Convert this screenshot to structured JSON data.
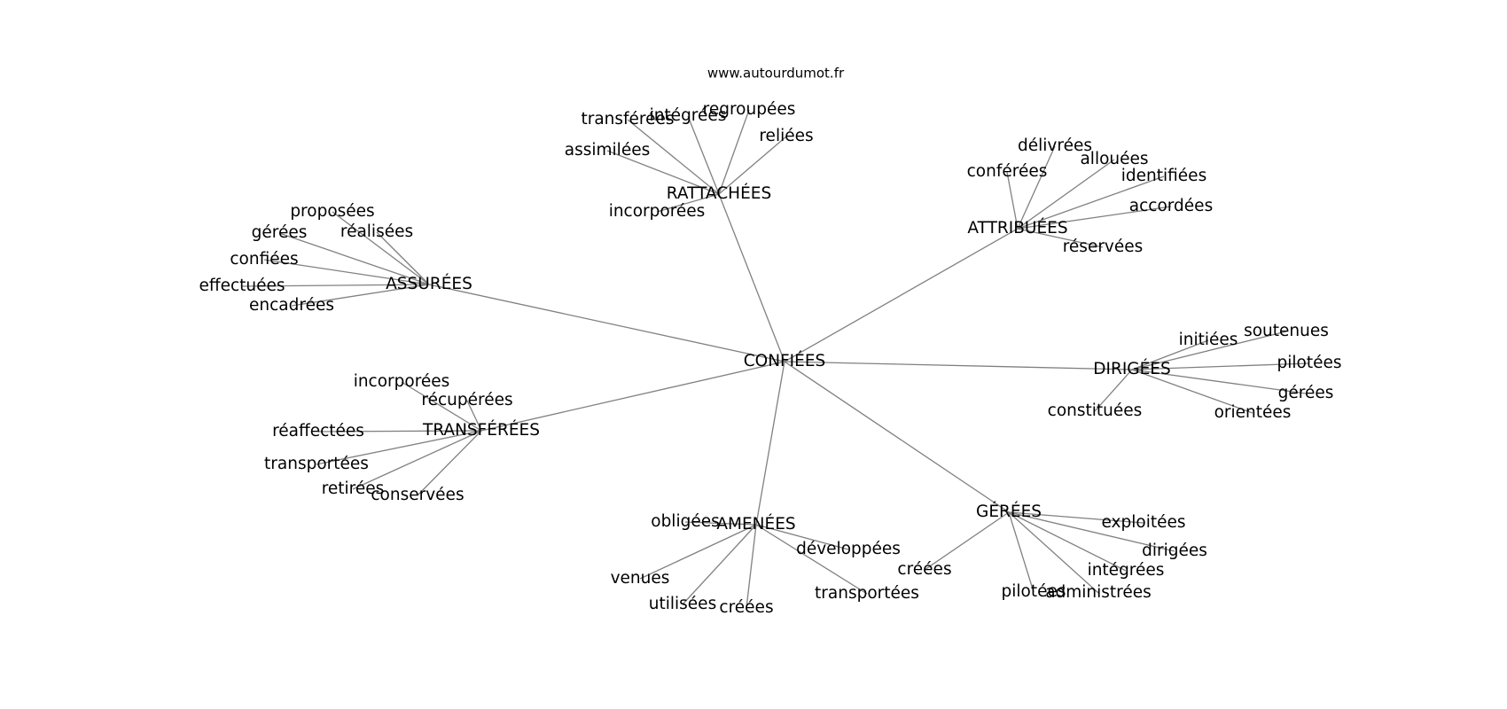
{
  "credit": "www.autourdumot.fr",
  "center": "CONFIÉES",
  "branches": [
    {
      "label": "RATTACHÉES",
      "leaves": [
        "transférées",
        "intégrées",
        "regroupées",
        "reliées",
        "assimilées",
        "incorporées"
      ]
    },
    {
      "label": "ATTRIBUÉES",
      "leaves": [
        "délivrées",
        "conférées",
        "allouées",
        "identifiées",
        "accordées",
        "réservées"
      ]
    },
    {
      "label": "ASSURÉES",
      "leaves": [
        "proposées",
        "gérées",
        "réalisées",
        "confiées",
        "effectuées",
        "encadrées"
      ]
    },
    {
      "label": "DIRIGÉES",
      "leaves": [
        "initiées",
        "soutenues",
        "pilotées",
        "gérées",
        "orientées",
        "constituées"
      ]
    },
    {
      "label": "TRANSFÉRÉES",
      "leaves": [
        "incorporées",
        "récupérées",
        "réaffectées",
        "transportées",
        "retirées",
        "conservées"
      ]
    },
    {
      "label": "AMENÉES",
      "leaves": [
        "obligées",
        "développées",
        "venues",
        "utilisées",
        "créées",
        "transportées"
      ]
    },
    {
      "label": "GÉRÉES",
      "leaves": [
        "exploitées",
        "dirigées",
        "créées",
        "intégrées",
        "pilotées",
        "administrées"
      ]
    }
  ]
}
